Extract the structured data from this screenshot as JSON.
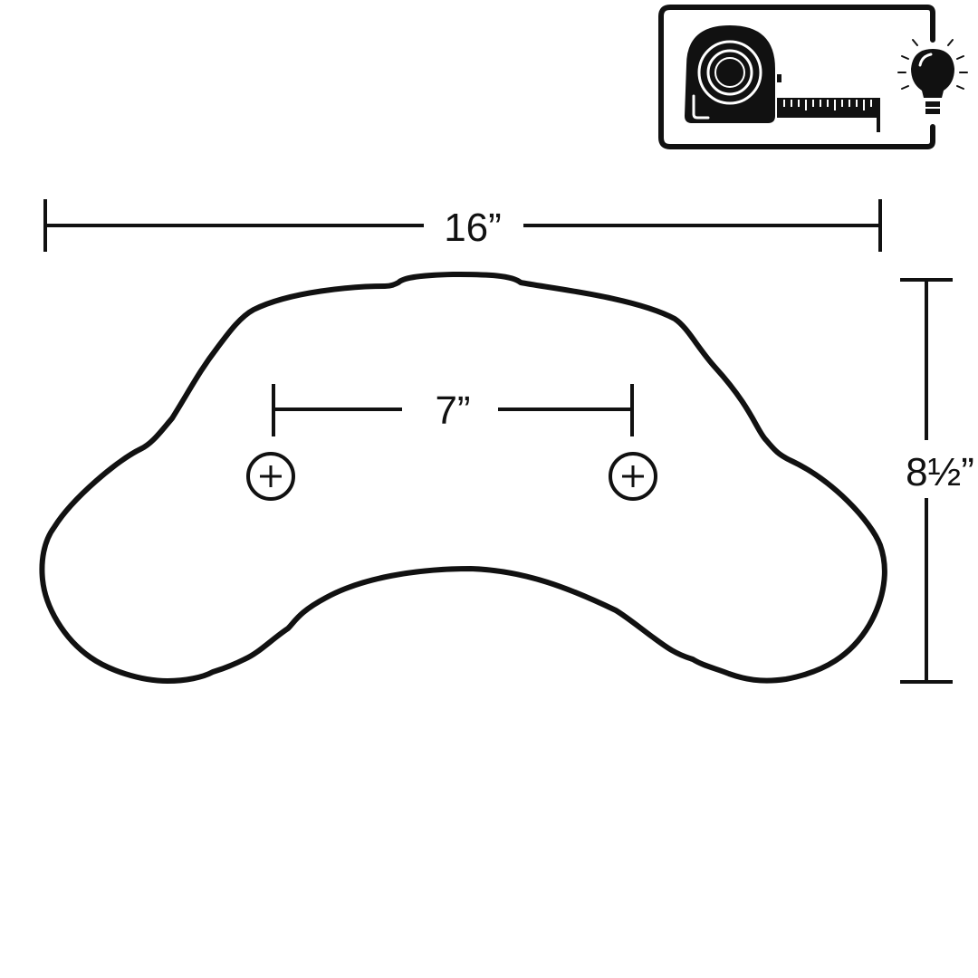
{
  "dimensions": {
    "width_label": "16”",
    "height_label": "8½”",
    "hole_spacing_label": "7”"
  },
  "icons": {
    "badge": "tape-measure-icon",
    "idea": "lightbulb-icon"
  },
  "colors": {
    "stroke": "#111111",
    "background": "#ffffff"
  }
}
